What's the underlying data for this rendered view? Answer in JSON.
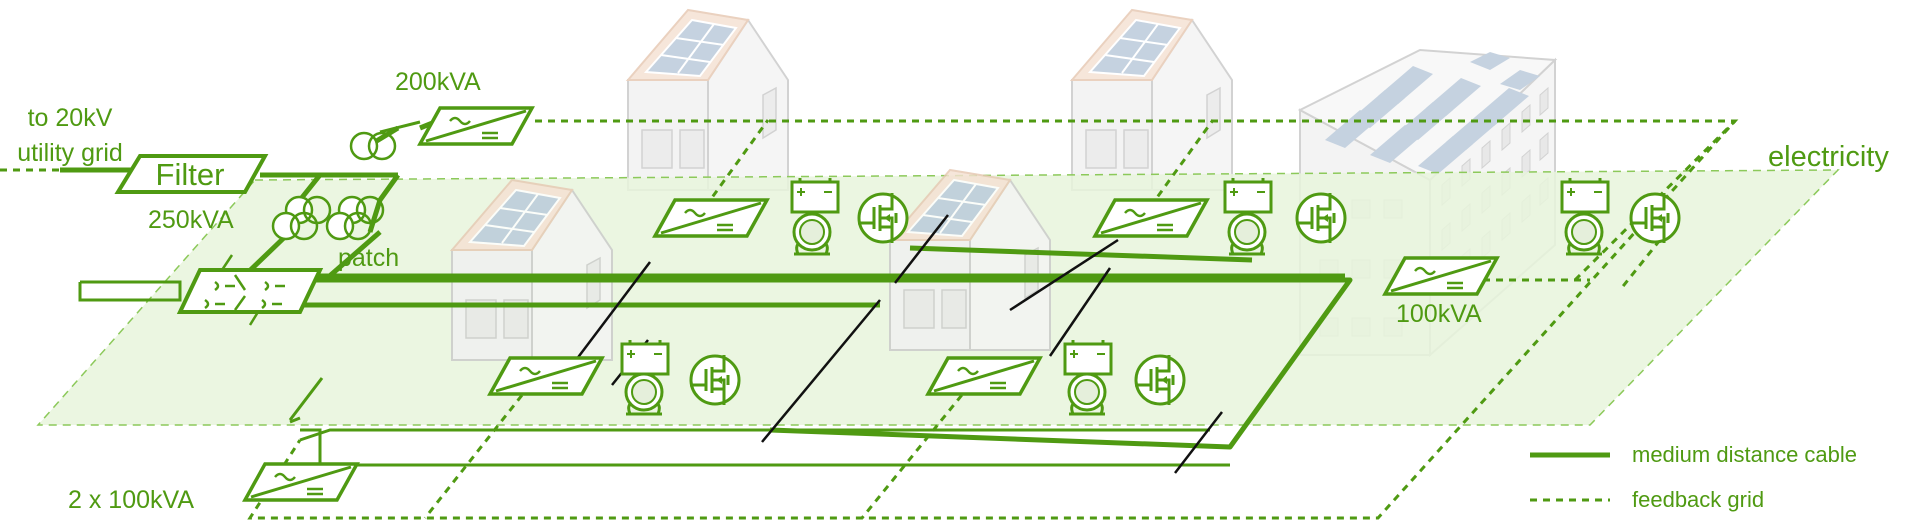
{
  "colors": {
    "green": "#4f9a12",
    "plane_fill": "#e7f4dc",
    "plane_border": "#8cc95a",
    "building_wall": "#f1f1f1",
    "building_edge": "#c9c9c9",
    "roof": "#f5e1d3",
    "solar_panel": "#b9c9da",
    "cable_black": "#111111"
  },
  "labels": {
    "utility_line1": "to 20kV",
    "utility_line2": "utility grid",
    "filter": "Filter",
    "kva_200": "200kVA",
    "kva_250": "250kVA",
    "patch": "patch",
    "electricity": "electricity",
    "kva_100": "100kVA",
    "kva_2x100": "2 x 100kVA"
  },
  "legend": {
    "items": [
      {
        "label": "medium distance cable",
        "style": "solid"
      },
      {
        "label": "feedback grid",
        "style": "dashed"
      }
    ]
  },
  "symbols": {
    "converter_ac": "~",
    "converter_dc": "=",
    "battery_plus": "+",
    "battery_minus": "−"
  },
  "icons": [
    "transformer-icon",
    "inverter-icon",
    "battery-icon",
    "motor-icon",
    "mosfet-icon",
    "solar-panel-icon"
  ]
}
